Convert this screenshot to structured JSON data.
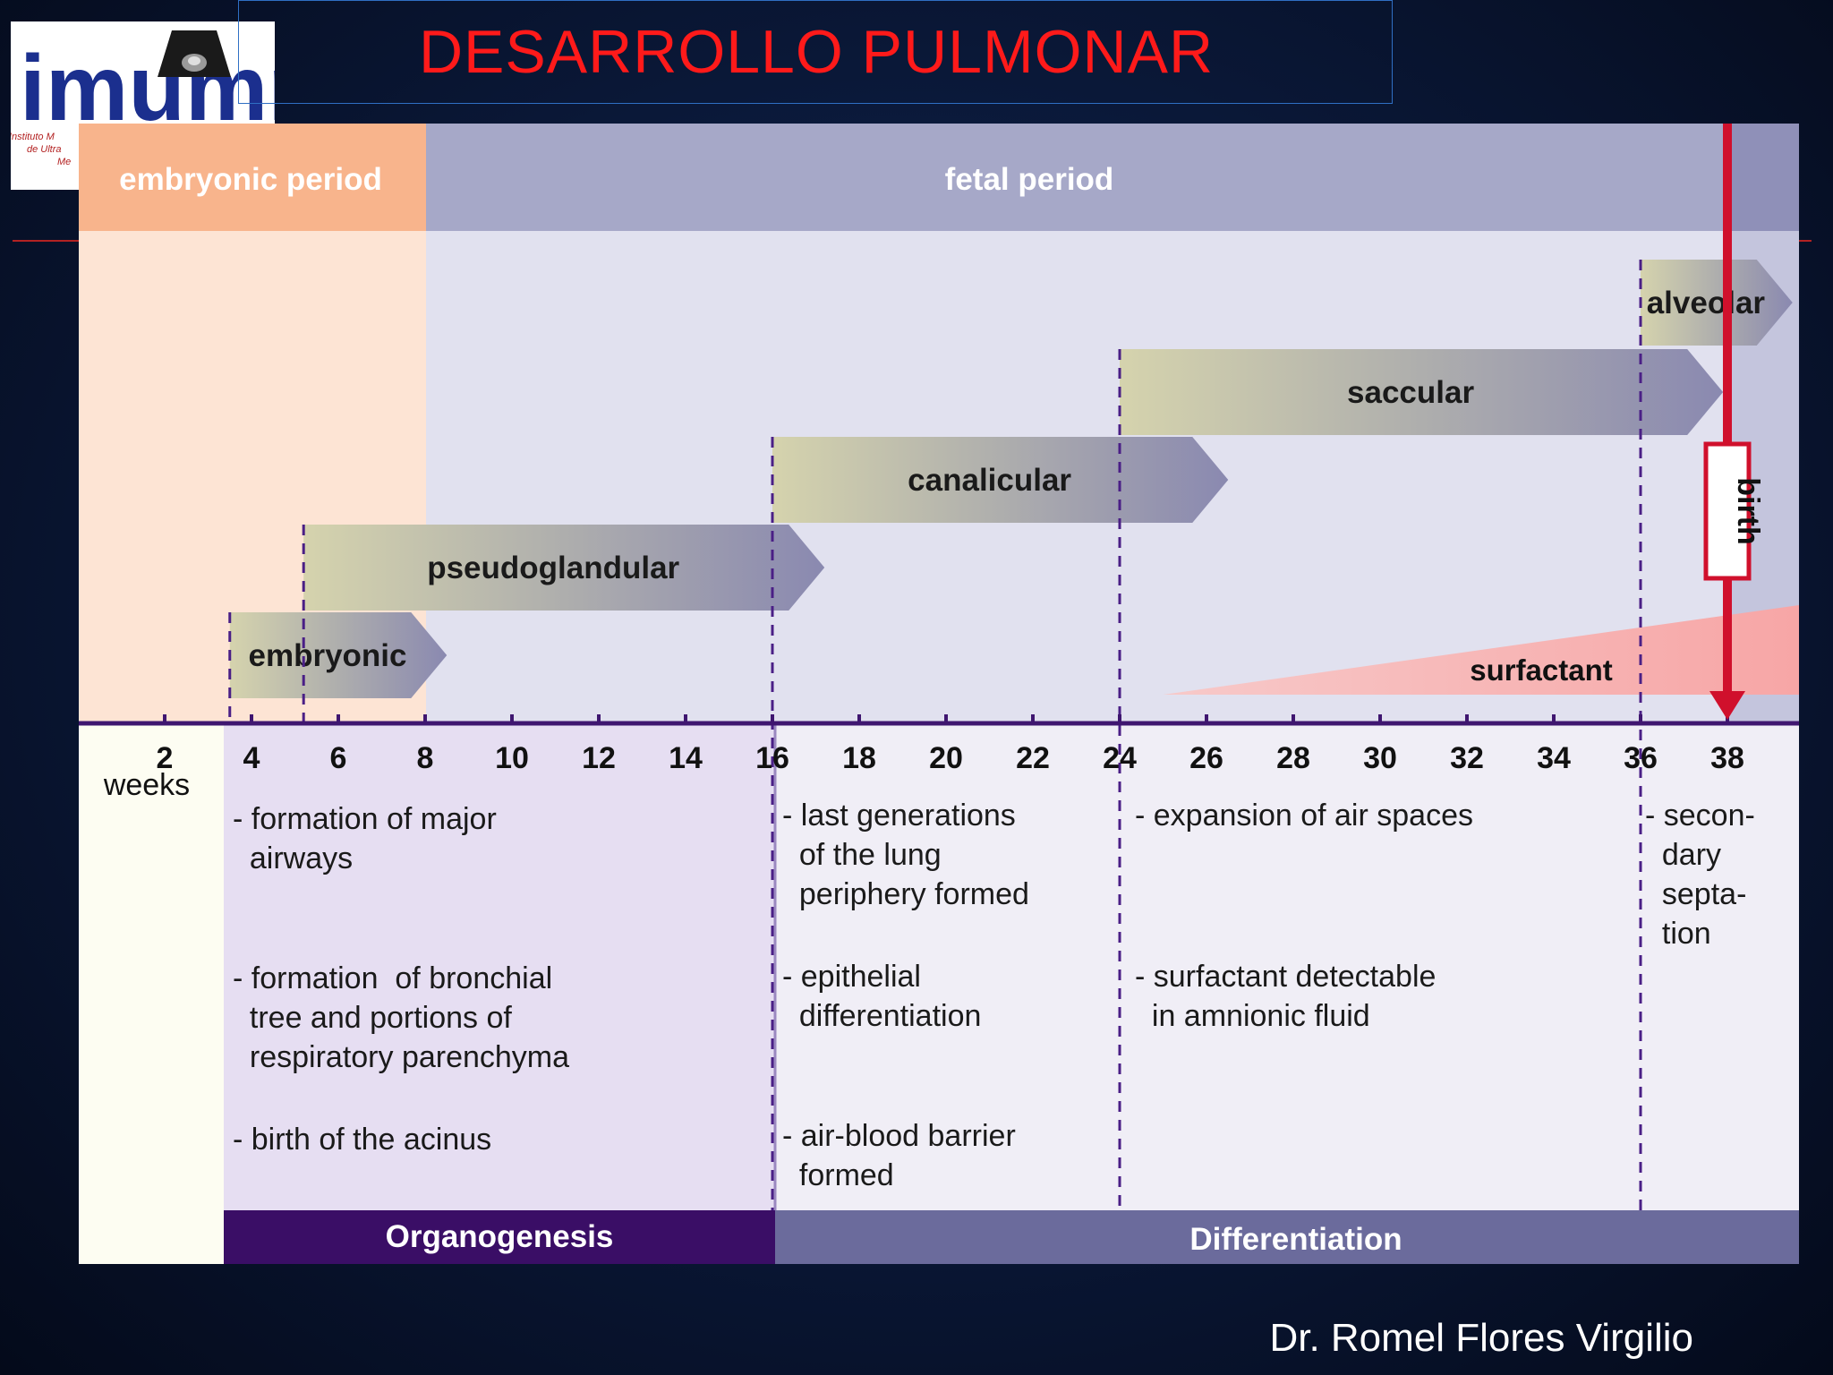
{
  "slide": {
    "title": "DESARROLLO PULMONAR",
    "author": "Dr. Romel Flores  Virgilio",
    "logo": {
      "text": "imumr",
      "subtitle_lines": [
        "Instituto M",
        "de Ultra",
        "Me"
      ],
      "icon": "ultrasound-image-icon"
    }
  },
  "periods": {
    "embryonic": "embryonic period",
    "fetal": "fetal period"
  },
  "axis": {
    "unit_label": "weeks",
    "ticks": [
      2,
      4,
      6,
      8,
      10,
      12,
      14,
      16,
      18,
      20,
      22,
      24,
      26,
      28,
      30,
      32,
      34,
      36,
      38
    ]
  },
  "stages": [
    {
      "name": "embryonic",
      "start": 3.5,
      "end": 8.5
    },
    {
      "name": "pseudoglandular",
      "start": 5.2,
      "end": 17.2
    },
    {
      "name": "canalicular",
      "start": 16,
      "end": 26.5
    },
    {
      "name": "saccular",
      "start": 24,
      "end": 37.9
    },
    {
      "name": "alveolar",
      "start": 36,
      "end": 39.5
    }
  ],
  "surfactant": {
    "label": "surfactant",
    "start": 25,
    "end": 40
  },
  "birth": {
    "label": "birth",
    "week": 38
  },
  "dividers": [
    3.5,
    5.2,
    16,
    24,
    36
  ],
  "descriptions": {
    "organogenesis": [
      [
        "- formation of major",
        "  airways"
      ],
      [
        "- formation  of bronchial",
        "  tree and portions of",
        "  respiratory parenchyma"
      ],
      [
        "- birth of the acinus"
      ]
    ],
    "canalicular": [
      [
        "- last generations",
        "  of the lung",
        "  periphery formed"
      ],
      [
        "- epithelial",
        "  differentiation"
      ],
      [
        "- air-blood barrier",
        "  formed"
      ]
    ],
    "saccular": [
      [
        "- expansion of air spaces"
      ],
      [
        "- surfactant detectable",
        "  in amnionic fluid"
      ]
    ],
    "alveolar": [
      [
        "- secon-",
        "  dary",
        "  septa-",
        "  tion"
      ]
    ]
  },
  "phases": {
    "organogenesis": "Organogenesis",
    "differentiation": "Differentiation"
  },
  "colors": {
    "title_red": "#ff1a1a",
    "embryonic_band": "#f8b48c",
    "fetal_band": "#a6a8c8",
    "birth_red": "#d0102c",
    "phase_dark": "#3a0e66",
    "phase_light": "#6b6b9c",
    "axis_line": "#3f1670"
  }
}
